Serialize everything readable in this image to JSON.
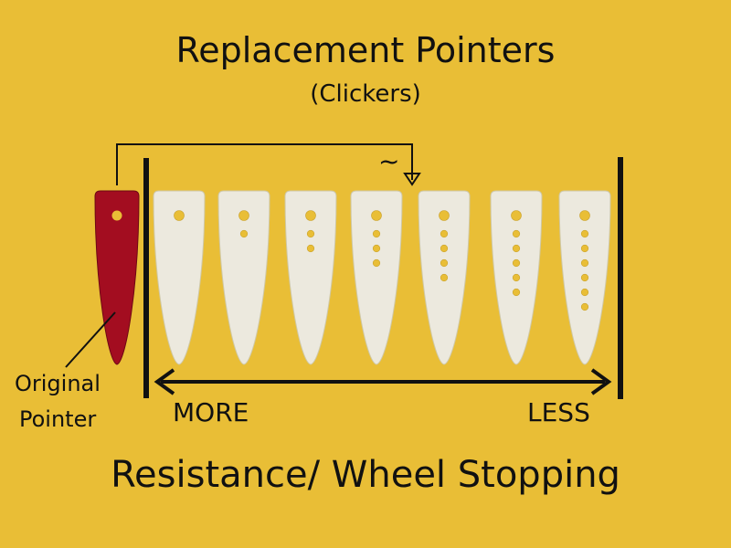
{
  "colors": {
    "background": "#E9BE36",
    "original_pointer": "#A30D20",
    "replacement_pointer": "#ECE9DE",
    "ink": "#111111"
  },
  "labels": {
    "title": "Replacement Pointers",
    "subtitle": "(Clickers)",
    "tilde": "~",
    "original_line1": "Original",
    "original_line2": "Pointer",
    "more": "MORE",
    "less": "LESS",
    "axis": "Resistance/ Wheel Stopping"
  },
  "pointers": {
    "original": {
      "holes": 1
    },
    "replacements": [
      {
        "holes": 1
      },
      {
        "holes": 2
      },
      {
        "holes": 3
      },
      {
        "holes": 4
      },
      {
        "holes": 5
      },
      {
        "holes": 6
      },
      {
        "holes": 7
      }
    ]
  }
}
